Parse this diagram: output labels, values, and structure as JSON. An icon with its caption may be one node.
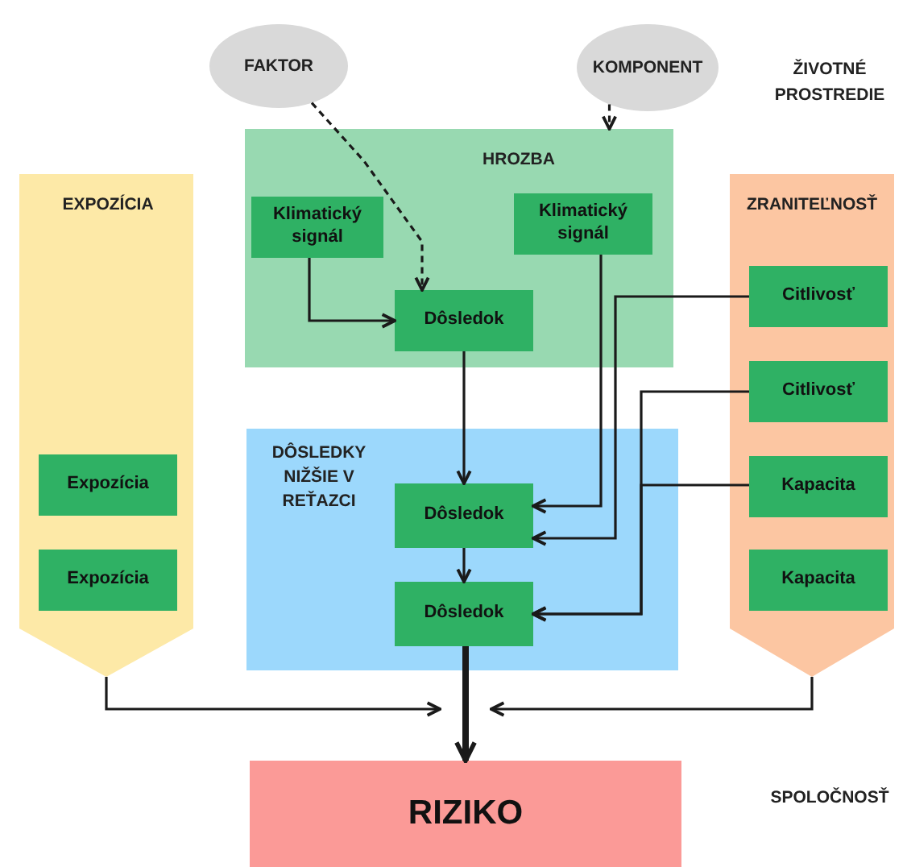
{
  "diagram": {
    "nodes": [
      {
        "text": [
          "FAKTOR"
        ]
      },
      {
        "text": [
          "KOMPONENT"
        ]
      },
      {
        "text": [
          "HROZBA"
        ]
      },
      {
        "text": [
          "Klimatický signál"
        ],
        "in": 2
      },
      {
        "text": [
          "Klimatický signál"
        ],
        "in": 2
      },
      {
        "text": [
          "Dôsledok"
        ],
        "in": 2
      },
      {
        "text": [
          "EXPOZÍCIA"
        ]
      },
      {
        "text": [
          "Expozícia"
        ],
        "in": 6
      },
      {
        "text": [
          "Expozícia"
        ],
        "in": 6
      },
      {
        "text": [
          "ZRANITEĽNOSŤ"
        ]
      },
      {
        "text": [
          "Citlivosť"
        ],
        "in": 9
      },
      {
        "text": [
          "Citlivosť"
        ],
        "in": 9
      },
      {
        "text": [
          "Kapacita"
        ],
        "in": 9
      },
      {
        "text": [
          "Kapacita"
        ],
        "in": 9
      },
      {
        "text": [
          "DÔSLEDKY NIŽŠIE V REŤAZCI"
        ]
      },
      {
        "text": [
          "Dôsledok"
        ],
        "in": 14
      },
      {
        "text": [
          "Dôsledok"
        ],
        "in": 14
      },
      {
        "text": [
          "RIZIKO"
        ]
      }
    ],
    "edges": [
      {
        "from": 0,
        "to": 5,
        "arrow": "to",
        "style": "dashed"
      },
      {
        "from": 1,
        "to": 2,
        "arrow": "to",
        "style": "dashed"
      },
      {
        "from": 3,
        "to": 5,
        "arrow": "to"
      },
      {
        "from": 5,
        "to": 15,
        "arrow": "to"
      },
      {
        "from": 4,
        "to": 15,
        "arrow": "to"
      },
      {
        "from": 10,
        "to": 15,
        "arrow": "to"
      },
      {
        "from": 11,
        "to": 16,
        "arrow": "to"
      },
      {
        "from": 12,
        "to": 16,
        "arrow": "to"
      },
      {
        "from": 15,
        "to": 16,
        "arrow": "to"
      },
      {
        "from": 16,
        "to": 17,
        "arrow": "to",
        "style": "thick"
      },
      {
        "from": 6,
        "to": 17,
        "arrow": "to"
      },
      {
        "from": 9,
        "to": 17,
        "arrow": "to"
      }
    ],
    "labels": [
      "ŽIVOTNÉ PROSTREDIE",
      "SPOLOČNOSŤ"
    ]
  }
}
